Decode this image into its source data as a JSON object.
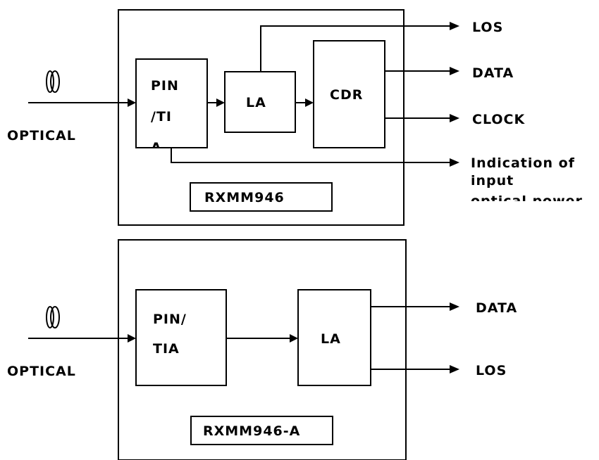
{
  "diagram_top": {
    "module_label": "RXMM946",
    "input_label": "OPTICAL",
    "pin_tia_lines": [
      "PIN",
      "/TI",
      "A"
    ],
    "la_label": "LA",
    "cdr_label": "CDR",
    "outputs": {
      "los": "LOS",
      "data": "DATA",
      "clock": "CLOCK",
      "power_lines": [
        "Indication of",
        "input",
        "optical power"
      ]
    }
  },
  "diagram_bottom": {
    "module_label": "RXMM946-A",
    "input_label": "OPTICAL",
    "pin_tia_lines": [
      "PIN/",
      "TIA"
    ],
    "la_label": "LA",
    "outputs": {
      "data": "DATA",
      "los": "LOS"
    }
  }
}
